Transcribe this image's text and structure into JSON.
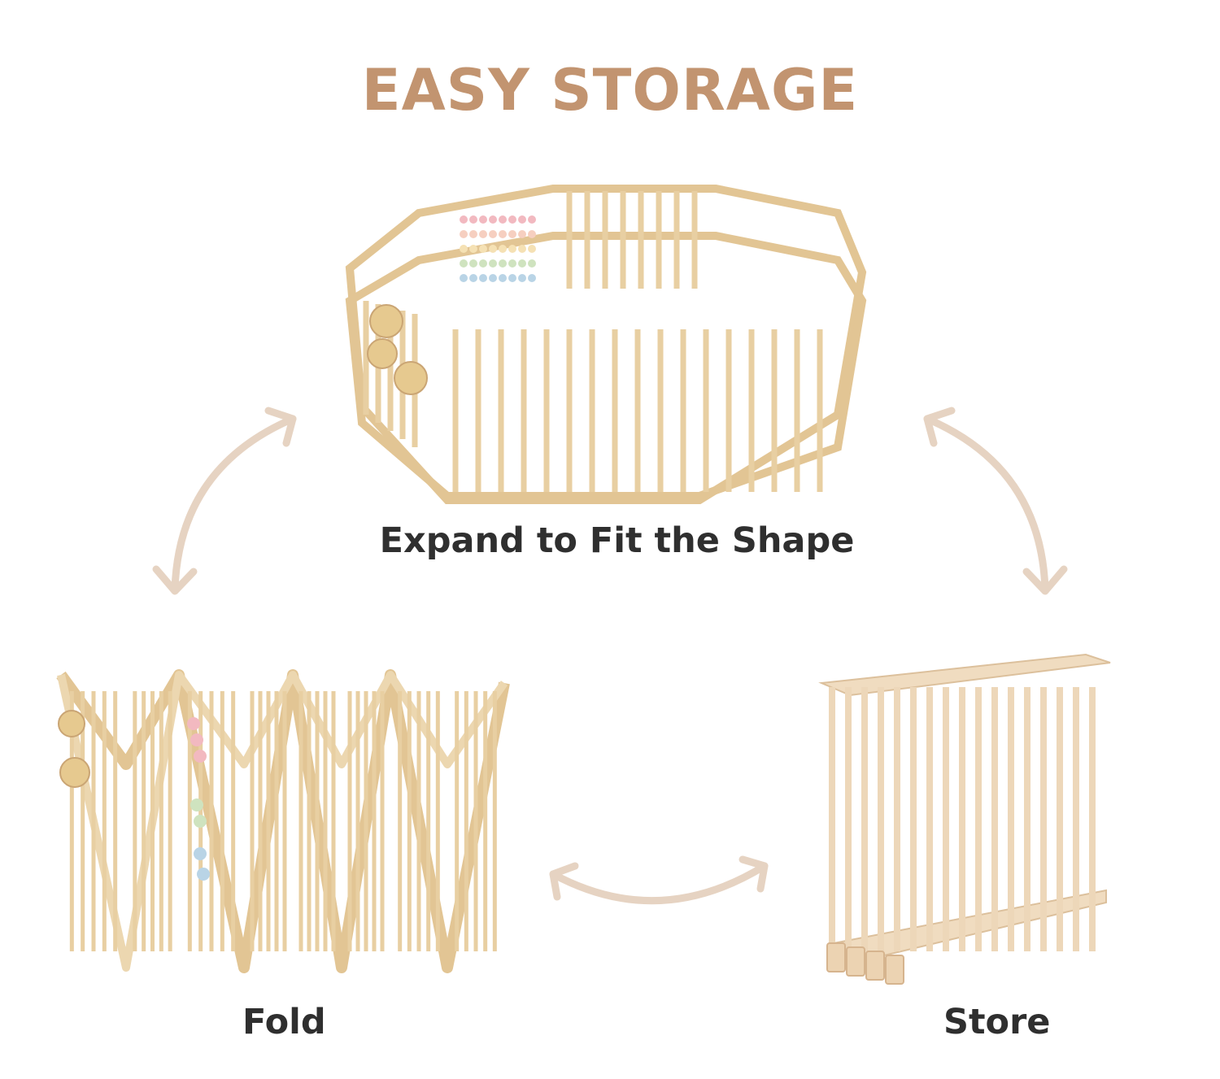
{
  "title": "EASY STORAGE",
  "steps": {
    "expand": "Expand to Fit the Shape",
    "fold": "Fold",
    "store": "Store"
  },
  "colors": {
    "title": "#c29470",
    "arrow": "#e6d3c2",
    "wood": "#e8cfa2",
    "wood_dark": "#d2b07c",
    "text": "#2f2f2f"
  }
}
